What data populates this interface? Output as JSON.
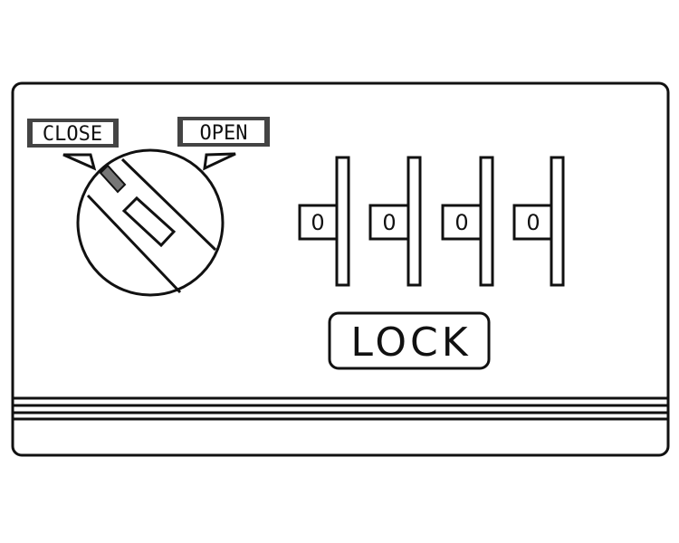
{
  "labels": {
    "close": "CLOSE",
    "open": "OPEN"
  },
  "digits": [
    "0",
    "0",
    "0",
    "0"
  ],
  "lock_button": "LOCK"
}
